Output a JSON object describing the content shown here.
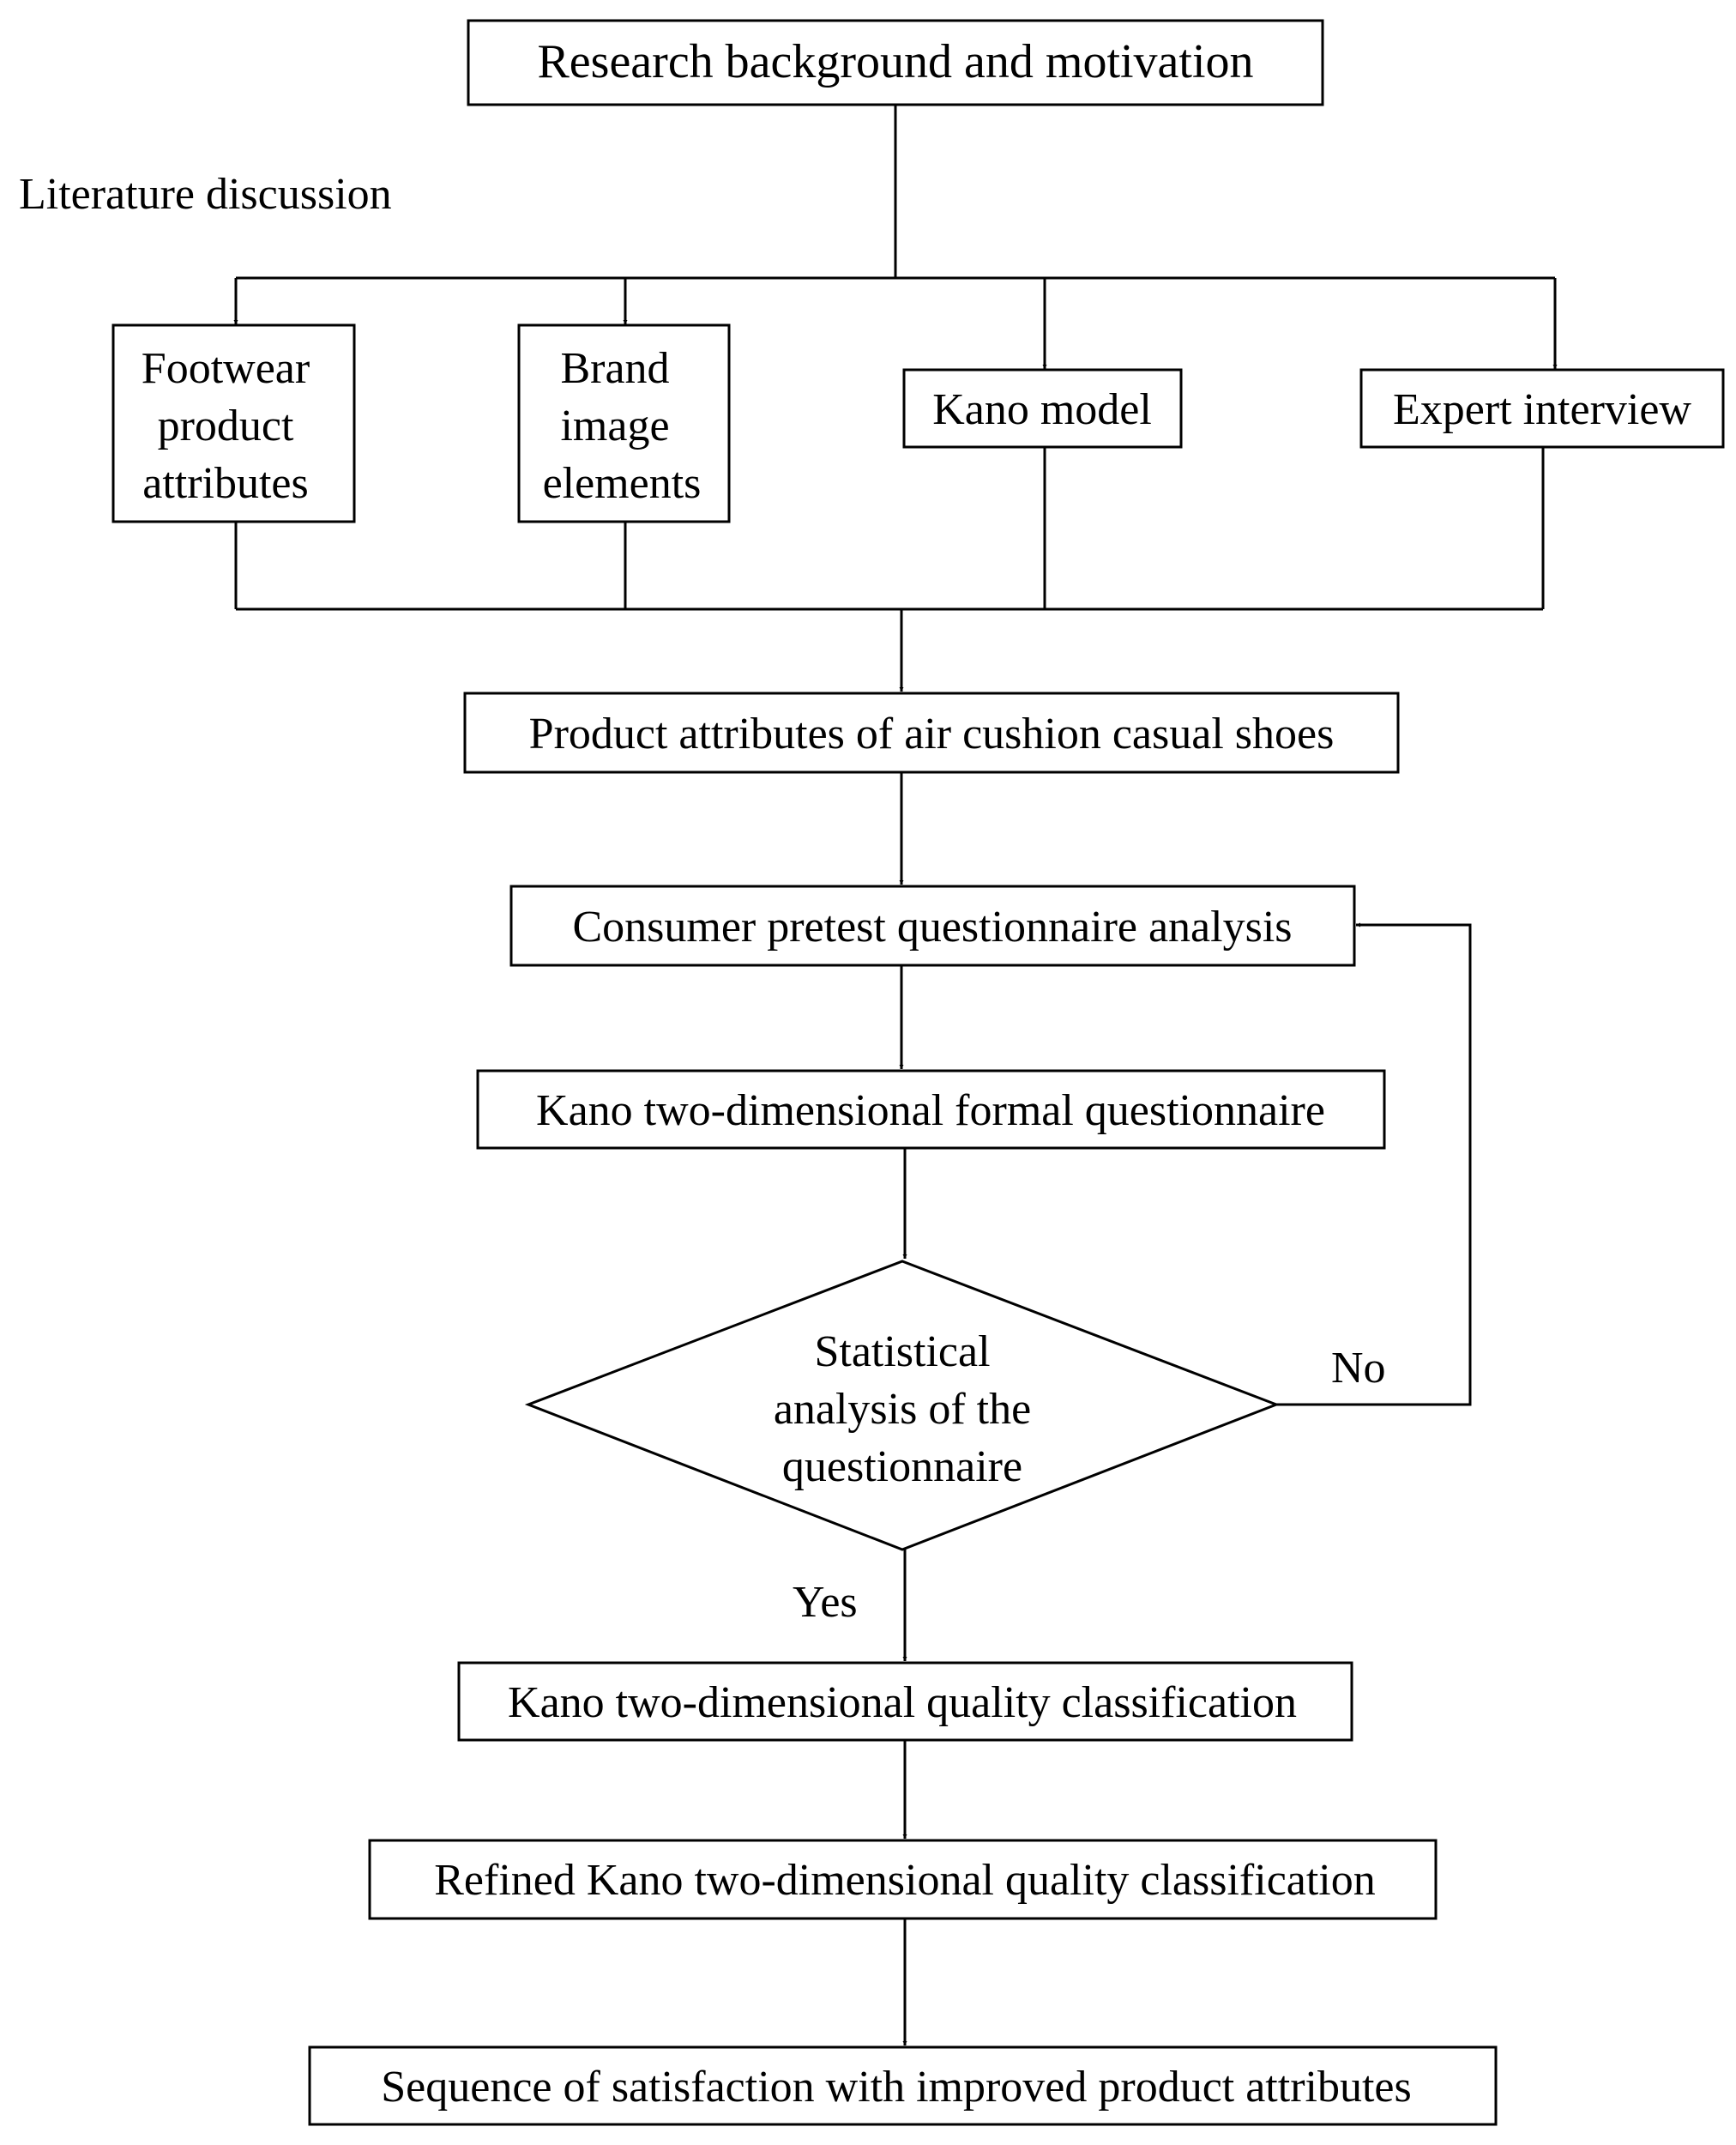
{
  "nodes": {
    "research_background": "Research background and motivation",
    "literature_discussion": "Literature discussion",
    "footwear_line1": "Footwear",
    "footwear_line2": "product",
    "footwear_line3": "attributes",
    "brand_line1": "Brand",
    "brand_line2": "image",
    "brand_line3": "elements",
    "kano_model": "Kano model",
    "expert_interview": "Expert interview",
    "product_attributes": "Product attributes of air cushion casual shoes",
    "pretest": "Consumer pretest questionnaire analysis",
    "formal_questionnaire": "Kano two-dimensional formal questionnaire",
    "decision_line1": "Statistical",
    "decision_line2": "analysis of the",
    "decision_line3": "questionnaire",
    "quality_classification": "Kano two-dimensional quality classification",
    "refined_classification": "Refined Kano two-dimensional quality classification",
    "sequence": "Sequence of satisfaction with improved product attributes"
  },
  "edges": {
    "no_label": "No",
    "yes_label": "Yes"
  }
}
